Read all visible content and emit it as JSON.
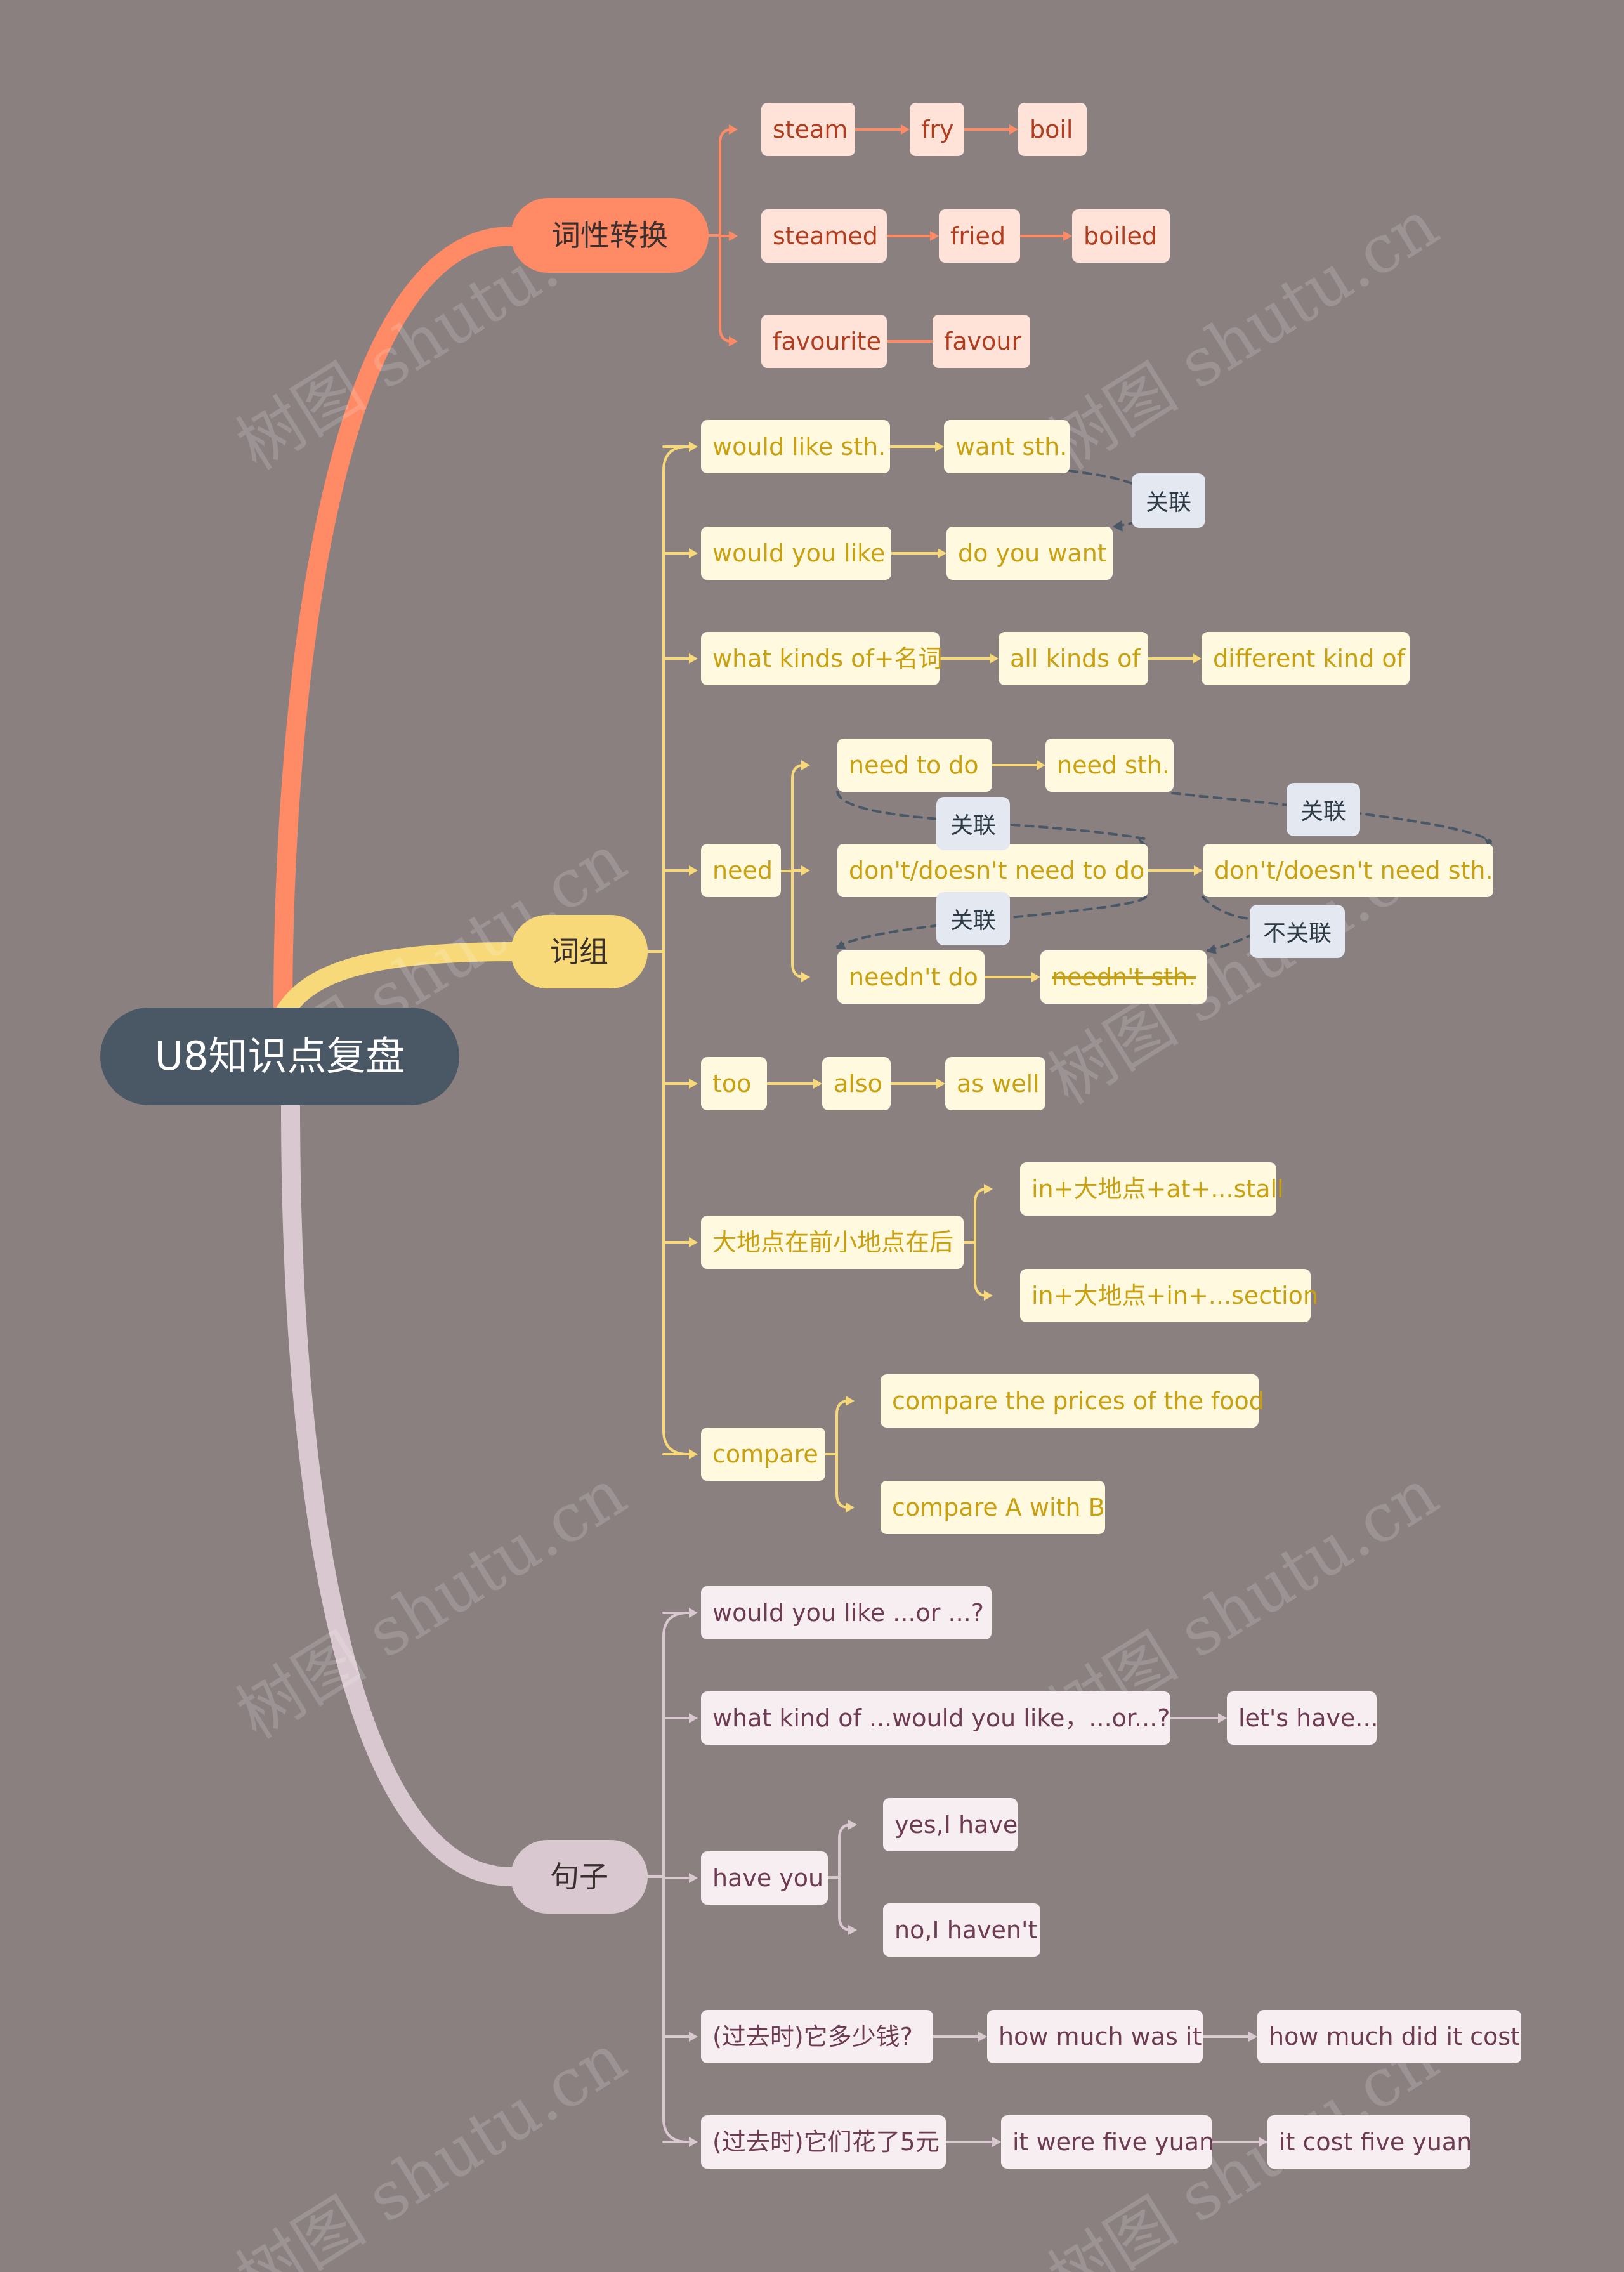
{
  "root": {
    "label": "U8知识点复盘"
  },
  "branches": {
    "word_forms": {
      "label": "词性转换"
    },
    "phrases": {
      "label": "词组"
    },
    "sentences": {
      "label": "句子"
    }
  },
  "leaves": {
    "steam": "steam",
    "fry": "fry",
    "boil": "boil",
    "steamed": "steamed",
    "fried": "fried",
    "boiled": "boiled",
    "favourite": "favourite",
    "favour": "favour",
    "would_like": "would like sth.",
    "want_sth": "want sth.",
    "would_you_like": "would you like",
    "do_you_want": "do you want",
    "what_kinds": "what kinds of+名词",
    "all_kinds": "all kinds of",
    "different_kind": "different kind of",
    "need": "need",
    "need_to_do": "need to do",
    "need_sth": "need sth.",
    "dont_need_to_do": "don't/doesn't need to do",
    "dont_need_sth": "don't/doesn't need sth.",
    "neednt_do": "needn't do",
    "neednt_sth": "needn't sth.",
    "too": "too",
    "also": "also",
    "as_well": "as well",
    "location": "大地点在前小地点在后",
    "in_at_stall": "in+大地点+at+...stall",
    "in_in_section": "in+大地点+in+...section",
    "compare": "compare",
    "compare_prices": "compare the prices of the food",
    "compare_a_b": "compare A with B",
    "would_or": "would you like ...or ...?",
    "what_kind_or": "what kind of ...would you like，...or...?",
    "lets_have": "let's have...",
    "have_you": "have you",
    "yes_i_have": "yes,I have",
    "no_i_havent": "no,I haven't",
    "past_how_much": "(过去时)它多少钱?",
    "how_much_was": "how much was it",
    "how_much_did": "how much did it cost",
    "past_spent": "(过去时)它们花了5元",
    "it_were": "it were five yuan",
    "it_cost": "it cost five yuan"
  },
  "relations": {
    "r1": "关联",
    "r2": "关联",
    "r3": "关联",
    "r4": "关联",
    "r5": "不关联"
  },
  "watermark": "树图 shutu.cn",
  "colors": {
    "background": "#8a8080",
    "root": "#4a5866",
    "orange": "#ff8a66",
    "yellow": "#f7d97a",
    "pink": "#d9c8cf",
    "relation": "#e4e9f1",
    "relation_line": "#4a5866"
  }
}
